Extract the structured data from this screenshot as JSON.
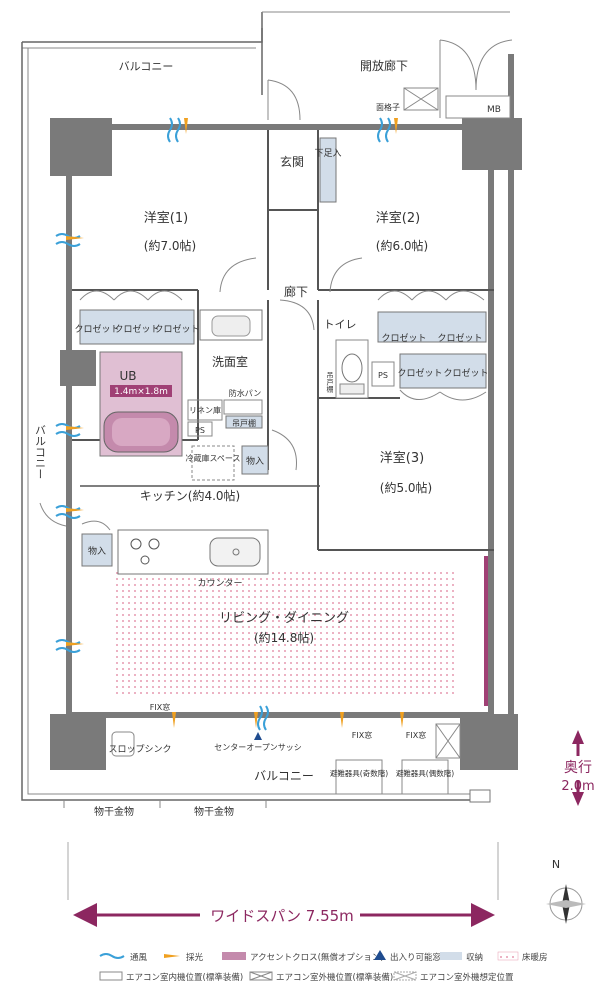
{
  "rooms": {
    "balcony_top": "バルコニー",
    "corridor_open": "開放廊下",
    "mb": "MB",
    "grille": "面格子",
    "entrance": "玄関",
    "shoe_storage": "下足入",
    "room1_name": "洋室(1)",
    "room1_size": "(約7.0帖)",
    "room2_name": "洋室(2)",
    "room2_size": "(約6.0帖)",
    "hallway": "廊下",
    "toilet": "トイレ",
    "closet": "クロゼット",
    "ub": "UB",
    "ub_size": "1.4m×1.8m",
    "washroom": "洗面室",
    "waterproof_pan": "防水パン",
    "linen": "リネン庫",
    "ps": "PS",
    "hanging_shelf": "吊戸棚",
    "hanging_shelf_v": "吊戸棚",
    "fridge_space": "冷蔵庫スペース",
    "storage": "物入",
    "room3_name": "洋室(3)",
    "room3_size": "(約5.0帖)",
    "balcony_side": "バルコニー",
    "kitchen": "キッチン(約4.0帖)",
    "counter": "カウンター",
    "living_name": "リビング・ダイニング",
    "living_size": "(約14.8帖)",
    "fix_window": "FIX窓",
    "slop_sink": "スロップシンク",
    "center_sash": "センターオープンサッシ",
    "balcony_bottom": "バルコニー",
    "escape_odd": "避難器具(奇数階)",
    "escape_even": "避難器具(偶数階)",
    "laundry_pole": "物干金物"
  },
  "dimensions": {
    "depth_label": "奥行",
    "depth_value": "2.0m",
    "wide_span": "ワイドスパン 7.55m"
  },
  "compass": {
    "north": "N"
  },
  "legend": {
    "ventilation": "通風",
    "daylight": "採光",
    "accent_cloth": "アクセントクロス(無償オプション)",
    "access_window": "出入り可能窓",
    "storage": "収納",
    "floor_heating": "床暖房",
    "ac_indoor": "エアコン室内機位置(標準装備)",
    "ac_outdoor": "エアコン室外機位置(標準装備)",
    "ac_outdoor_assumed": "エアコン室外機想定位置"
  },
  "colors": {
    "accent": "#a04075",
    "wide_span_arrow": "#8c2760",
    "ventilation": "#3aa0d8",
    "daylight": "#f0a020",
    "storage": "#d2dde9",
    "floor_heating": "#f3c6d3",
    "access_window": "#1f4c8f"
  }
}
